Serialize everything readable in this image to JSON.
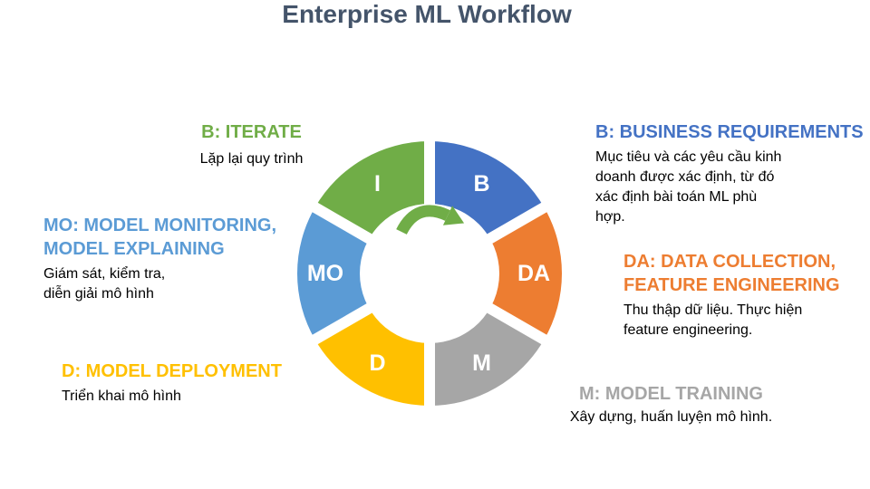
{
  "title": "Enterprise ML Workflow",
  "colors": {
    "title": "#44546A",
    "green": "#70AD47",
    "blue": "#4472C4",
    "light_blue": "#5B9BD5",
    "orange": "#ED7D31",
    "gold": "#FFC000",
    "gray": "#A6A6A6",
    "arrow": "#70AD47",
    "segment_letter": "#ffffff",
    "body_text": "#000000"
  },
  "diagram": {
    "type": "segmented-cycle",
    "segments": [
      {
        "label": "B",
        "color": "#4472C4"
      },
      {
        "label": "DA",
        "color": "#ED7D31"
      },
      {
        "label": "M",
        "color": "#A6A6A6"
      },
      {
        "label": "D",
        "color": "#FFC000"
      },
      {
        "label": "MO",
        "color": "#5B9BD5"
      },
      {
        "label": "I",
        "color": "#70AD47"
      }
    ],
    "center_icon": "cycle-arrow-icon"
  },
  "annotations": {
    "iterate": {
      "heading": "B: ITERATE",
      "color": "#70AD47",
      "body_lines": [
        "Lặp lại quy trình"
      ]
    },
    "business": {
      "heading": "B: BUSINESS REQUIREMENTS",
      "color": "#4472C4",
      "body_lines": [
        "Mục tiêu và các yêu cầu kinh",
        "doanh được xác định, từ đó",
        "xác định bài toán ML phù",
        "hợp."
      ]
    },
    "monitoring": {
      "heading_lines": [
        "MO: MODEL MONITORING,",
        "MODEL EXPLAINING"
      ],
      "color": "#5B9BD5",
      "body_lines": [
        "Giám sát, kiểm tra,",
        "diễn giải mô hình"
      ]
    },
    "data_collection": {
      "heading_lines": [
        "DA: DATA COLLECTION,",
        "FEATURE ENGINEERING"
      ],
      "color": "#ED7D31",
      "body_lines": [
        "Thu thập dữ liệu. Thực hiện",
        "feature engineering."
      ]
    },
    "deployment": {
      "heading": "D: MODEL DEPLOYMENT",
      "color": "#FFC000",
      "body_lines": [
        "Triển khai mô hình"
      ]
    },
    "training": {
      "heading": "M: MODEL TRAINING",
      "color": "#A6A6A6",
      "body_lines": [
        "Xây dựng, huấn luyện mô hình."
      ]
    }
  }
}
